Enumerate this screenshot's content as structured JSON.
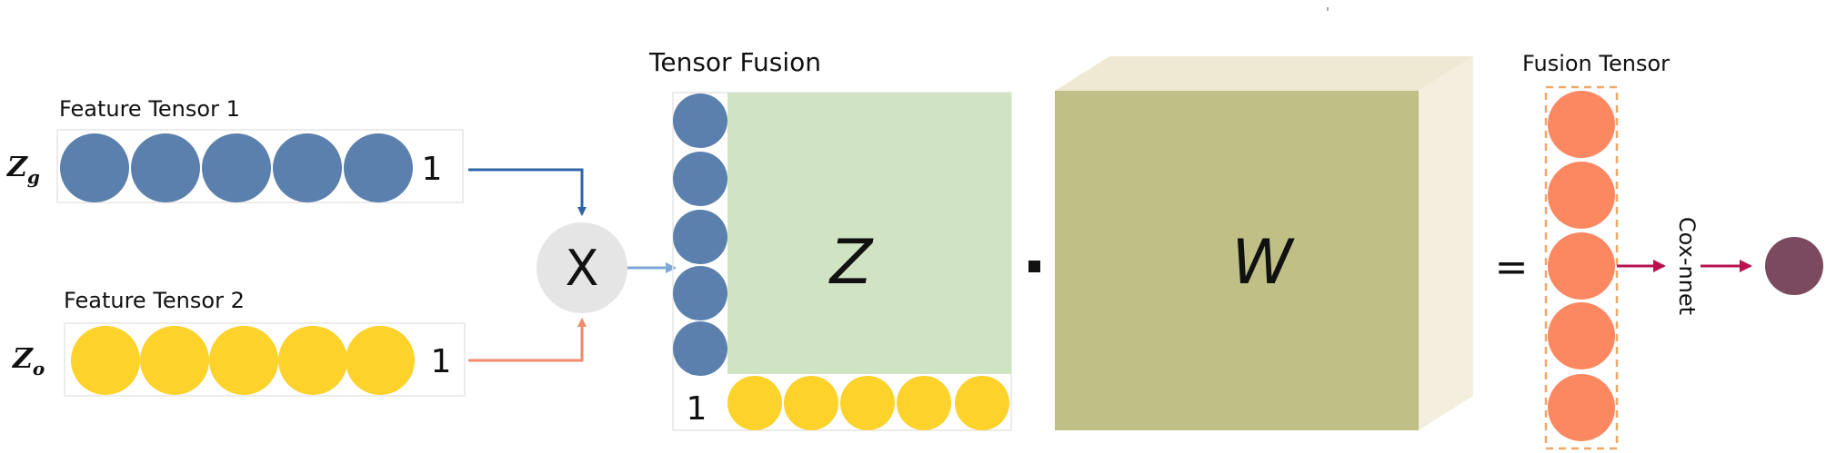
{
  "labels": {
    "feature_tensor_1": "Feature Tensor 1",
    "feature_tensor_2": "Feature Tensor 2",
    "zg_base": "Z",
    "zg_sub": "g",
    "zo_base": "Z",
    "zo_sub": "o",
    "one_row1": "1",
    "one_row2": "1",
    "multiply": "X",
    "tensor_fusion_title": "Tensor Fusion",
    "z_matrix": "Z",
    "fusion_one": "1",
    "dot": "·",
    "w_matrix": "W",
    "equals": "=",
    "fusion_tensor_title": "Fusion Tensor",
    "cox_nnet": "Cox-nnet"
  },
  "colors": {
    "blue_node": "#5b80ad",
    "yellow_node": "#fdd22b",
    "orange_node": "#fc8861",
    "output_node": "#7b4a5e",
    "green_matrix": "#d0e3c3",
    "olive_front": "#bfbf86",
    "olive_top": "#efe8d2",
    "olive_side": "#f3eedd",
    "arrow_blue": "#2c64a5",
    "arrow_lightblue": "#7fa7d6",
    "arrow_orange": "#f08a6a",
    "arrow_crimson": "#b8134f",
    "multiply_circle": "#e5e5e5",
    "dashed_border": "#f0a868"
  },
  "counts": {
    "feature_nodes_per_row": 5,
    "fusion_column_nodes": 5,
    "fusion_row_nodes": 5,
    "fusion_tensor_nodes": 5
  }
}
